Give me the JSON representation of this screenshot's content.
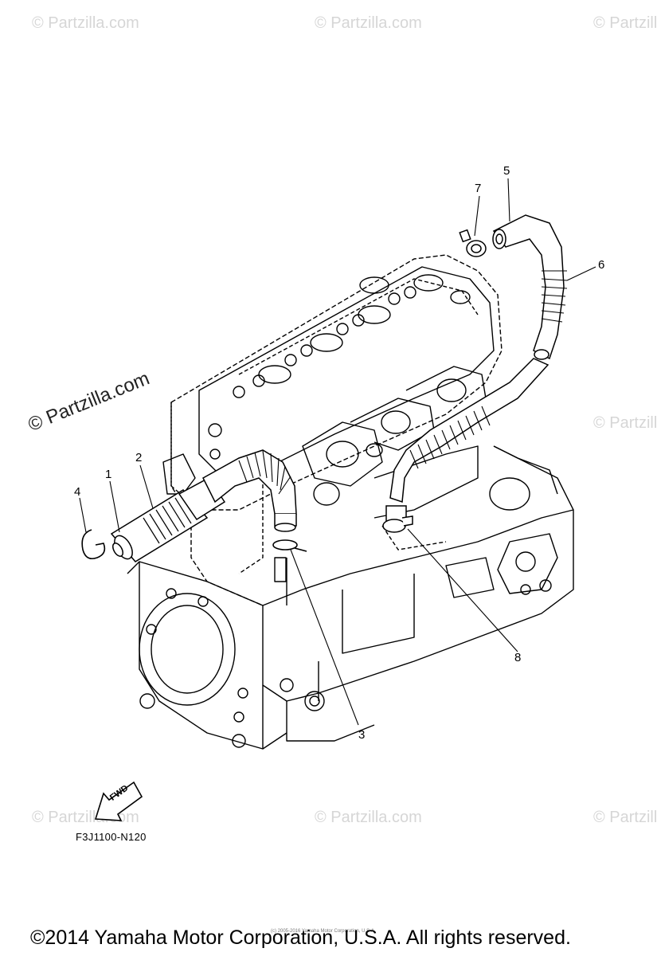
{
  "watermarks": {
    "small": "© Partzilla.com",
    "large": "© Partzilla.com"
  },
  "callouts": [
    "1",
    "2",
    "3",
    "4",
    "5",
    "6",
    "7",
    "8"
  ],
  "direction_label": "FWD",
  "diagram_code": "F3J1100-N120",
  "small_copyright": "(c) 2005-2016 Yamaha Motor Corporation, U.S.A.",
  "footer": "©2014 Yamaha Motor Corporation, U.S.A. All rights reserved."
}
